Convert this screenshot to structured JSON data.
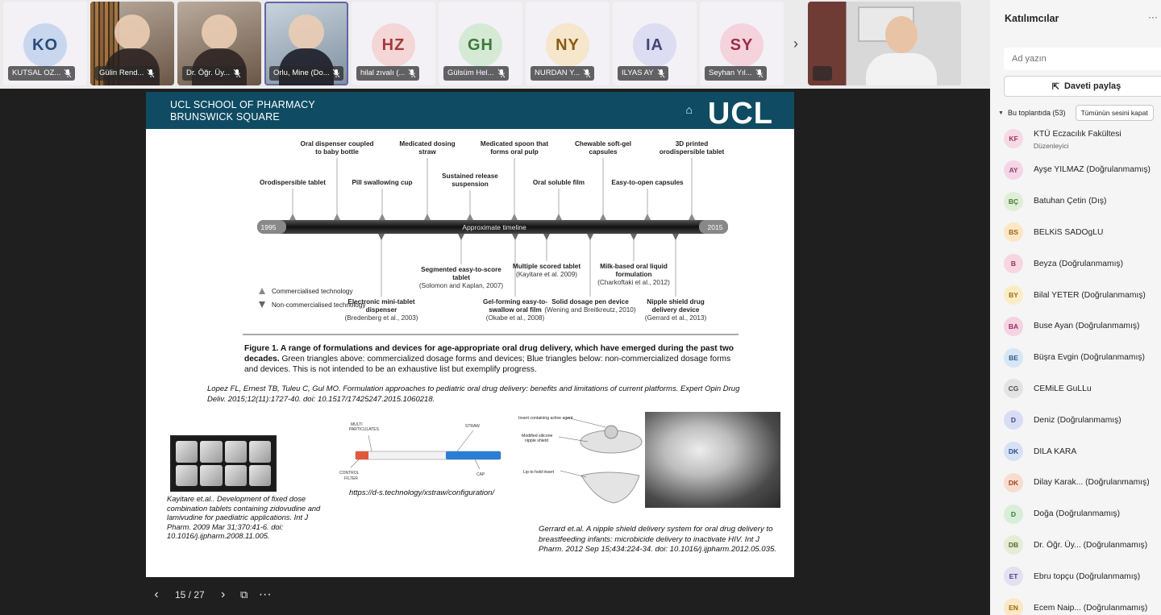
{
  "tiles": [
    {
      "initials": "KO",
      "name": "KUTSAL OZ...",
      "bg": "#c8d7ee",
      "fg": "#2b4a7a"
    },
    {
      "name": "Gülin Rend..."
    },
    {
      "name": "Dr. Öğr. Üy..."
    },
    {
      "name": "Orlu, Mine (Do..."
    },
    {
      "initials": "HZ",
      "name": "hilal zıvalı (...",
      "bg": "#f4d6d6",
      "fg": "#a33a3a"
    },
    {
      "initials": "GH",
      "name": "Gülsüm Hel...",
      "bg": "#d5ead5",
      "fg": "#3a7a3a"
    },
    {
      "initials": "NY",
      "name": "NURDAN Y...",
      "bg": "#f5e6cc",
      "fg": "#8a5a10"
    },
    {
      "initials": "IA",
      "name": "ILYAS AY",
      "bg": "#dcdcf2",
      "fg": "#44447a"
    },
    {
      "initials": "SY",
      "name": "Seyhan Yıl...",
      "bg": "#f4d3dc",
      "fg": "#9a2c4c"
    }
  ],
  "strip_next_icon": "chevron-right-icon",
  "slide": {
    "header_line1": "UCL SCHOOL OF PHARMACY",
    "header_line2": "BRUNSWICK SQUARE",
    "logo": "UCL",
    "timeline": {
      "start_year": "1995",
      "end_year": "2015",
      "bar_label": "Approximate timeline",
      "above": [
        {
          "text": "Orodispersible tablet"
        },
        {
          "text": "Oral dispenser coupled\nto baby bottle"
        },
        {
          "text": "Pill swallowing cup"
        },
        {
          "text": "Medicated dosing\nstraw"
        },
        {
          "text": "Sustained release\nsuspension"
        },
        {
          "text": "Medicated spoon that\nforms oral pulp"
        },
        {
          "text": "Oral soluble film"
        },
        {
          "text": "Chewable soft-gel\ncapsules"
        },
        {
          "text": "Easy-to-open capsules"
        },
        {
          "text": "3D printed\norodispersible tablet"
        }
      ],
      "below": [
        {
          "text": "Electronic mini-tablet\ndispenser",
          "cite": "Bredenberg et al., 2003"
        },
        {
          "text": "Segmented easy-to-score\ntablet",
          "cite": "Solomon and Kaplan, 2007"
        },
        {
          "text": "Gel-forming easy-to-\nswallow oral film",
          "cite": "Okabe et al., 2008"
        },
        {
          "text": "Multiple scored tablet",
          "cite": "Kayitare et al. 2009"
        },
        {
          "text": "Solid dosage pen device",
          "cite": "Wening and Breitkreutz, 2010"
        },
        {
          "text": "Milk-based oral liquid\nformulation",
          "cite": "Charkoftaki et al., 2012"
        },
        {
          "text": "Nipple shield drug\ndelivery device",
          "cite": "Gerrard et al., 2013"
        }
      ],
      "legend_commercial": "Commercialised technology",
      "legend_noncommercial": "Non-commercialised technology"
    },
    "caption_bold": "Figure 1. A range of formulations and devices for age-appropriate oral drug delivery, which have emerged during the past two decades.",
    "caption_rest": " Green triangles above: commercialized dosage forms and devices; Blue triangles below: non-commercialized dosage forms and devices. This is not intended to be an exhaustive list but exemplify progress.",
    "ref_lopez": "Lopez FL, Ernest TB, Tuleu C, Gul MO. Formulation approaches to pediatric oral drug delivery: benefits and limitations of current platforms. Expert Opin Drug Deliv. 2015;12(11):1727-40.  doi: 10.1517/17425247.2015.1060218.",
    "ref_kayitare": "Kayitare et.al.. Development of fixed dose combination tablets containing zidovudine and lamivudine for paediatric applications.  Int J Pharm. 2009 Mar 31;370:41-6. doi: 10.1016/j.ijpharm.2008.11.005.",
    "straw_labels": {
      "multi": "MULTI\nPARTICULATES",
      "straw": "STRAW",
      "filter": "CONTROL\nFILTER",
      "cap": "CAP"
    },
    "straw_url": "https://d-s.technology/xstraw/configuration/",
    "nipple_labels": {
      "insert": "Insert containing active agent",
      "shield": "Modified silicone\nnipple shield",
      "lip": "Lip to hold insert"
    },
    "ref_gerrard": "Gerrard et.al. A nipple shield delivery system for oral drug delivery to breastfeeding infants: microbicide delivery to inactivate HIV. Int J Pharm. 2012 Sep 15;434:224-34. doi: 10.1016/j.ijpharm.2012.05.035."
  },
  "slide_nav": {
    "page": "15 / 27"
  },
  "panel": {
    "title": "Katılımcılar",
    "search_placeholder": "Ad yazın",
    "share_label": "Daveti paylaş",
    "in_meeting": "Bu toplantıda (53)",
    "mute_all": "Tümünün sesini kapat",
    "participants": [
      {
        "initials": "KF",
        "name": "KTÜ Eczacılık Fakültesi",
        "role": "Düzenleyici",
        "bg": "#f6d9e4",
        "fg": "#9a3558"
      },
      {
        "initials": "AY",
        "name": "Ayşe YILMAZ (Doğrulanmamış)",
        "bg": "#f4d6e6",
        "fg": "#9a3a6a"
      },
      {
        "initials": "BÇ",
        "name": "Batuhan Çetin (Dış)",
        "bg": "#dfeed8",
        "fg": "#4a7a30"
      },
      {
        "initials": "BS",
        "name": "BELKiS SADOgLU",
        "bg": "#fbe7c6",
        "fg": "#9a6410"
      },
      {
        "initials": "B",
        "name": "Beyza (Doğrulanmamış)",
        "bg": "#f6d6e0",
        "fg": "#9a3050"
      },
      {
        "initials": "BY",
        "name": "Bilal YETER (Doğrulanmamış)",
        "bg": "#fbecc8",
        "fg": "#9a7010"
      },
      {
        "initials": "BA",
        "name": "Buse Ayan (Doğrulanmamış)",
        "bg": "#f4d3e3",
        "fg": "#9a2c60"
      },
      {
        "initials": "BE",
        "name": "Büşra Evgin (Doğrulanmamış)",
        "bg": "#d6e6f4",
        "fg": "#2c5a8a"
      },
      {
        "initials": "CG",
        "name": "CEMiLE GuLLu",
        "bg": "#e3e3e3",
        "fg": "#505050"
      },
      {
        "initials": "D",
        "name": "Deniz (Doğrulanmamış)",
        "bg": "#d8ddf4",
        "fg": "#3a468a"
      },
      {
        "initials": "DK",
        "name": "DILA KARA",
        "bg": "#d6e2f4",
        "fg": "#2c4e8a"
      },
      {
        "initials": "DK",
        "name": "Dilay Karak...  (Doğrulanmamış)",
        "bg": "#f9dccf",
        "fg": "#9a4620"
      },
      {
        "initials": "D",
        "name": "Doğa (Doğrulanmamış)",
        "bg": "#d8eed8",
        "fg": "#2e7a3a"
      },
      {
        "initials": "DB",
        "name": "Dr. Öğr. Üy...  (Doğrulanmamış)",
        "bg": "#e6ecd8",
        "fg": "#5a6a2a"
      },
      {
        "initials": "ET",
        "name": "Ebru topçu (Doğrulanmamış)",
        "bg": "#e3e0f0",
        "fg": "#4a3e8a"
      },
      {
        "initials": "EN",
        "name": "Ecem Naip...  (Doğrulanmamış)",
        "bg": "#fbe8c4",
        "fg": "#9a6a10"
      }
    ]
  }
}
